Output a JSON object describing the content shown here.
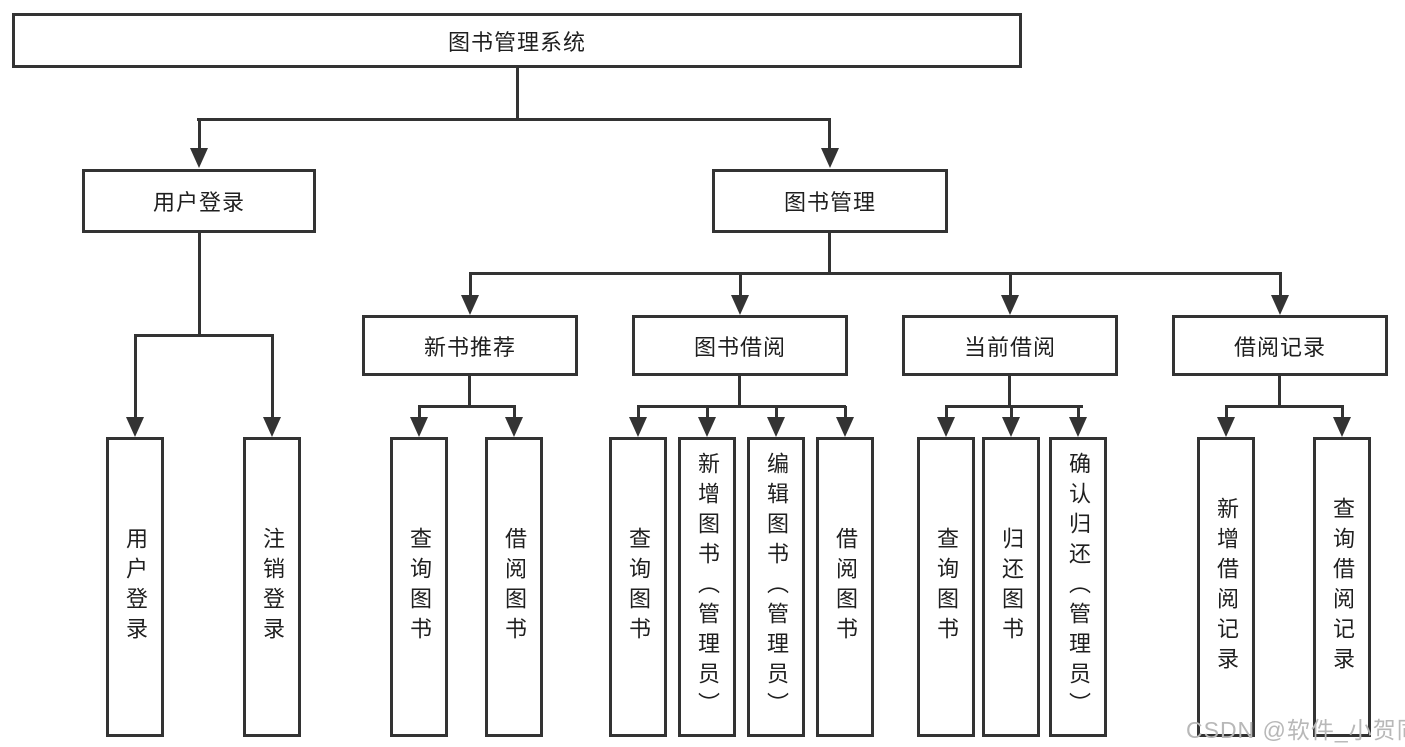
{
  "diagram": {
    "root_label": "图书管理系统",
    "branches": {
      "user_login": "用户登录",
      "book_mgmt": "图书管理"
    },
    "modules": [
      "新书推荐",
      "图书借阅",
      "当前借阅",
      "借阅记录"
    ],
    "leaves": {
      "user_login": [
        "用户登录",
        "注销登录"
      ],
      "new_book": [
        "查询图书",
        "借阅图书"
      ],
      "book_borrow": [
        "查询图书",
        "新增图书（管理员）",
        "编辑图书（管理员）",
        "借阅图书"
      ],
      "current_borrow": [
        "查询图书",
        "归还图书",
        "确认归还（管理员）"
      ],
      "borrow_record": [
        "新增借阅记录",
        "查询借阅记录"
      ]
    }
  },
  "watermark": "CSDN @软件_小贺同学",
  "colors": {
    "line": "#333333",
    "text": "#1f1f1f",
    "watermark": "#b8b8b8",
    "background": "#ffffff"
  }
}
